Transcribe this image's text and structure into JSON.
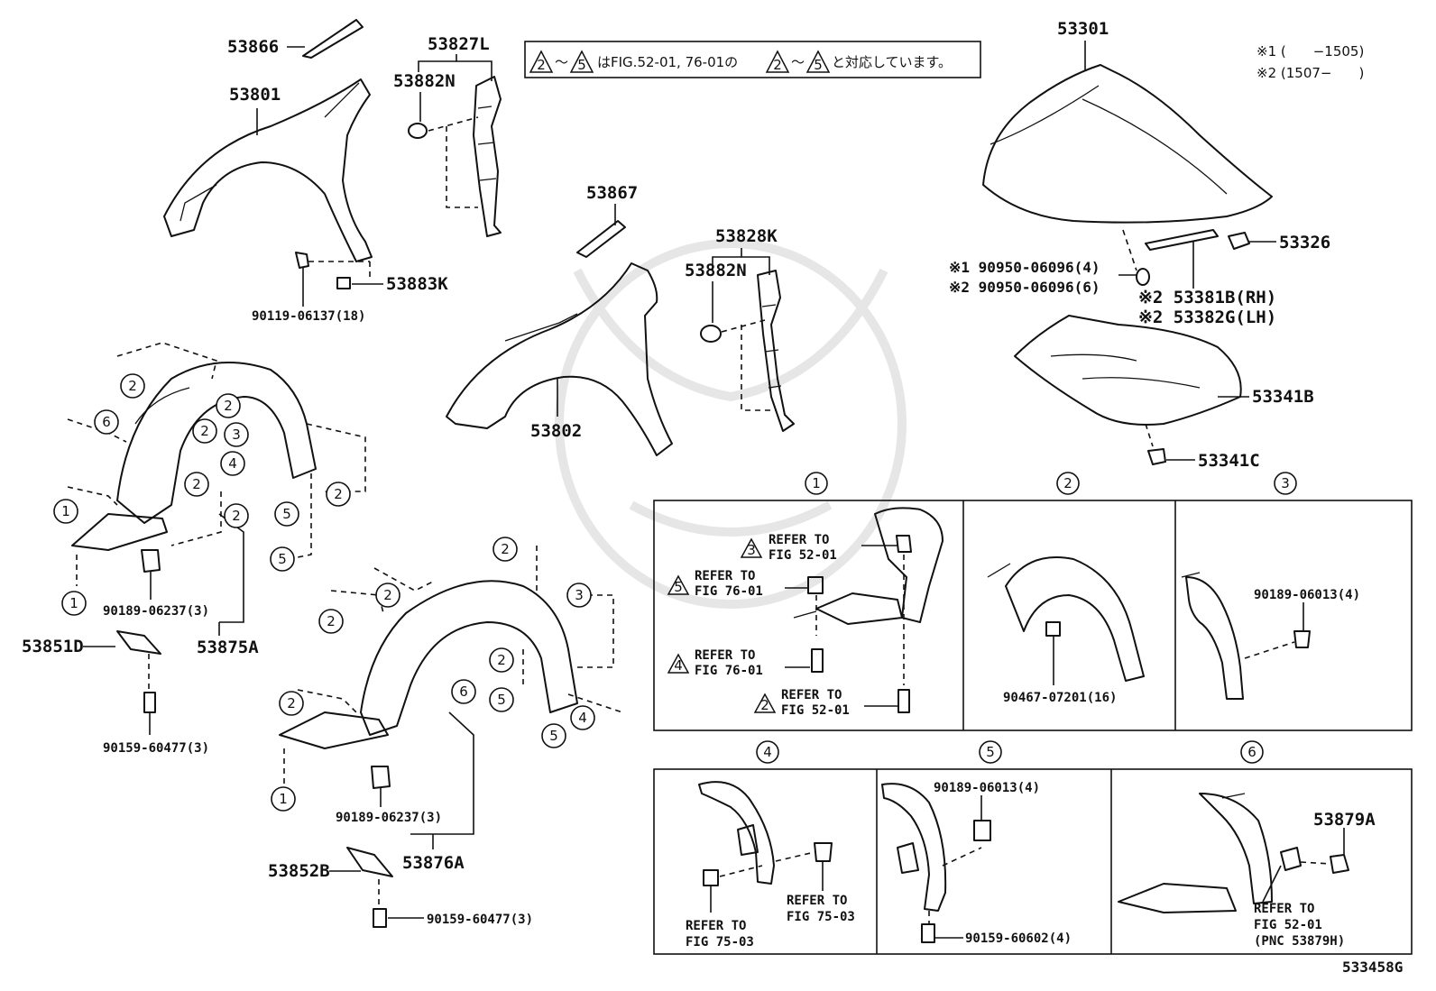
{
  "notes": {
    "text": "はFIG.52-01, 76-01の",
    "text2": "と対応しています。",
    "tri_a": "2",
    "tri_b": "5",
    "tilde": "〜",
    "ref1": "※1 (　　−1505)",
    "ref2": "※2 (1507−　　)"
  },
  "labels": {
    "p53866": "53866",
    "p53801": "53801",
    "p53827L": "53827L",
    "p53882N_a": "53882N",
    "p53883K": "53883K",
    "p90119": "90119-06137(18)",
    "p53867": "53867",
    "p53828K": "53828K",
    "p53882N_b": "53882N",
    "p53802": "53802",
    "p53301": "53301",
    "p53326": "53326",
    "p90950_1": "※1 90950-06096(4)",
    "p90950_2": "※2 90950-06096(6)",
    "p53381B": "※2 53381B(RH)",
    "p53382G": "※2 53382G(LH)",
    "p53341B": "53341B",
    "p53341C": "53341C",
    "p90189_l": "90189-06237(3)",
    "p53875A": "53875A",
    "p53851D": "53851D",
    "p90159_l": "90159-60477(3)",
    "p90189_c": "90189-06237(3)",
    "p53876A": "53876A",
    "p53852B": "53852B",
    "p90159_c": "90159-60477(3)",
    "diagram_id": "533458G"
  },
  "callouts": [
    "1",
    "2",
    "3",
    "4",
    "5",
    "6"
  ],
  "detail1": {
    "num": "1",
    "refs": [
      {
        "tri": "3",
        "l1": "REFER TO",
        "l2": "FIG 52-01"
      },
      {
        "tri": "5",
        "l1": "REFER TO",
        "l2": "FIG 76-01"
      },
      {
        "tri": "4",
        "l1": "REFER TO",
        "l2": "FIG 76-01"
      },
      {
        "tri": "2",
        "l1": "REFER TO",
        "l2": "FIG 52-01"
      }
    ]
  },
  "detail2": {
    "num": "2",
    "part": "90467-07201(16)"
  },
  "detail3": {
    "num": "3",
    "part": "90189-06013(4)"
  },
  "detail4": {
    "num": "4",
    "r1": "REFER TO",
    "r2": "FIG 75-03",
    "r3": "REFER TO",
    "r4": "FIG 75-03"
  },
  "detail5": {
    "num": "5",
    "part1": "90189-06013(4)",
    "part2": "90159-60602(4)"
  },
  "detail6": {
    "num": "6",
    "part": "53879A",
    "r1": "REFER TO",
    "r2": "FIG 52-01",
    "r3": "(PNC 53879H)"
  }
}
